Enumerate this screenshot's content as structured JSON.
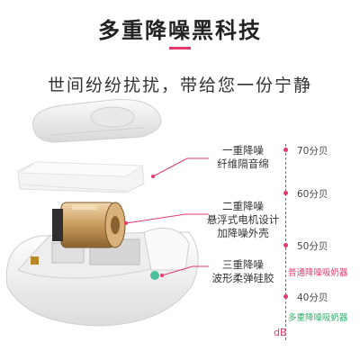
{
  "header": {
    "title": "多重降噪黑科技",
    "subtitle": "世间纷纷扰扰，带给您一份宁静"
  },
  "layers": [
    {
      "name": "一重降噪",
      "desc": "纤维隔音绵"
    },
    {
      "name": "二重降噪",
      "desc": "悬浮式电机设计",
      "desc2": "加降噪外壳"
    },
    {
      "name": "三重降噪",
      "desc": "波形柔弹硅胶"
    }
  ],
  "scale": {
    "levels": [
      "70分贝",
      "60分贝",
      "50分贝",
      "40分贝"
    ],
    "ordinary_pump": "普通降噪吸奶器",
    "multi_pump": "多重降噪吸奶器",
    "unit": "dB"
  },
  "colors": {
    "accent": "#e4396b",
    "green": "#2fae6b"
  }
}
